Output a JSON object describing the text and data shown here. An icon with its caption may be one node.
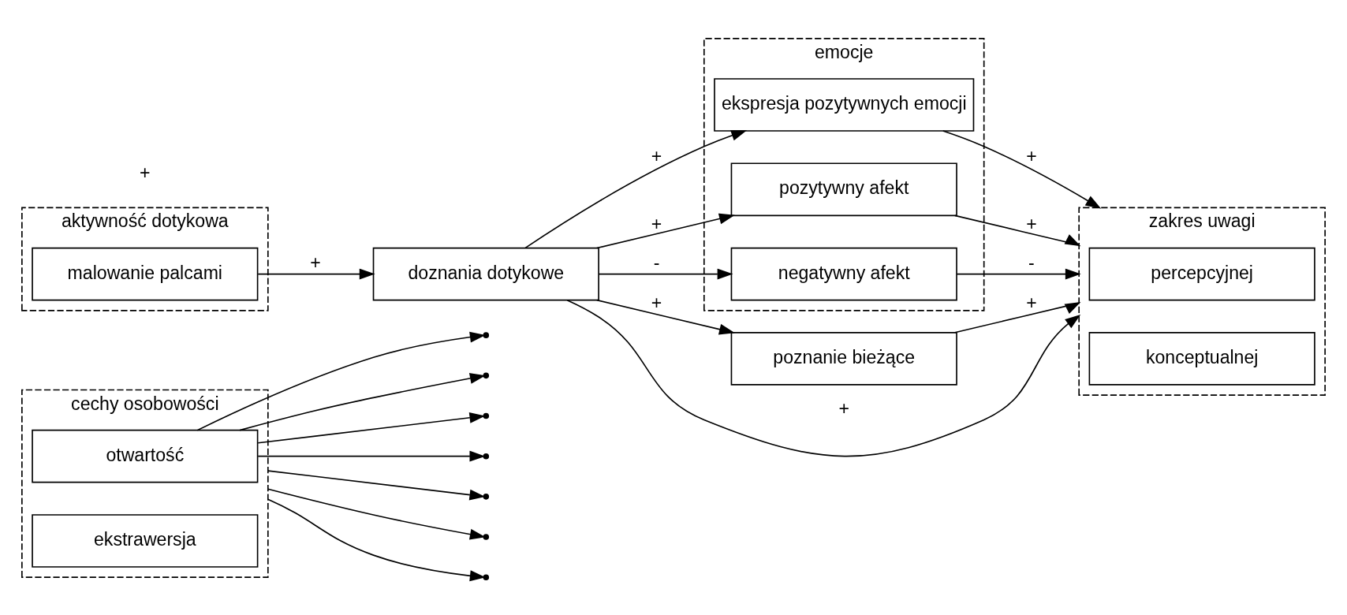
{
  "diagram": {
    "nodes": [
      {
        "text": [
          "cechy osobowości"
        ]
      },
      {
        "text": [
          "otwartość"
        ],
        "in": 0
      },
      {
        "text": [
          "ekstrawersja"
        ],
        "in": 0
      },
      {
        "text": [
          "emocje"
        ]
      },
      {
        "text": [
          "ekspresja pozytywnych emocji"
        ],
        "in": 3
      },
      {
        "text": [
          "pozytywny afekt"
        ],
        "in": 3
      },
      {
        "text": [
          "negatywny afekt"
        ],
        "in": 3
      },
      {
        "text": [
          "aktywność dotykowa"
        ]
      },
      {
        "text": [
          "malowanie palcami"
        ],
        "in": 7
      },
      {
        "text": [
          "doznania dotykowe"
        ]
      },
      {
        "text": [
          "poznanie bieżące"
        ]
      },
      {
        "text": [
          "zakres uwagi"
        ]
      },
      {
        "text": [
          "percepcyjnej"
        ],
        "in": 11
      },
      {
        "text": [
          "konceptualnej"
        ],
        "in": 11
      }
    ],
    "edges": [
      {
        "from": 8,
        "to": 9,
        "arrow": "to",
        "label": "+"
      },
      {
        "from": 9,
        "to": 4,
        "arrow": "to",
        "label": "+"
      },
      {
        "from": 9,
        "to": 5,
        "arrow": "to",
        "label": "+"
      },
      {
        "from": 9,
        "to": 6,
        "arrow": "to",
        "label": "-"
      },
      {
        "from": 9,
        "to": 10,
        "arrow": "to",
        "label": "+"
      },
      {
        "from": 9,
        "to": 11,
        "arrow": "to",
        "label": "+"
      },
      {
        "from": 10,
        "to": 11,
        "arrow": "to",
        "label": "+"
      },
      {
        "from": 4,
        "to": 11,
        "arrow": "to",
        "label": "+"
      },
      {
        "from": 5,
        "to": 11,
        "arrow": "to",
        "label": "+"
      },
      {
        "from": 6,
        "to": 11,
        "arrow": "to",
        "label": "-"
      },
      {
        "from": 1,
        "to": null,
        "arrow": "to"
      },
      {
        "from": 1,
        "to": null,
        "arrow": "to"
      },
      {
        "from": 1,
        "to": null,
        "arrow": "to"
      },
      {
        "from": 1,
        "to": null,
        "arrow": "to"
      },
      {
        "from": 0,
        "to": null,
        "arrow": "to"
      },
      {
        "from": 0,
        "to": null,
        "arrow": "to"
      },
      {
        "from": 0,
        "to": null,
        "arrow": "to"
      }
    ],
    "labels": [
      "+"
    ]
  }
}
